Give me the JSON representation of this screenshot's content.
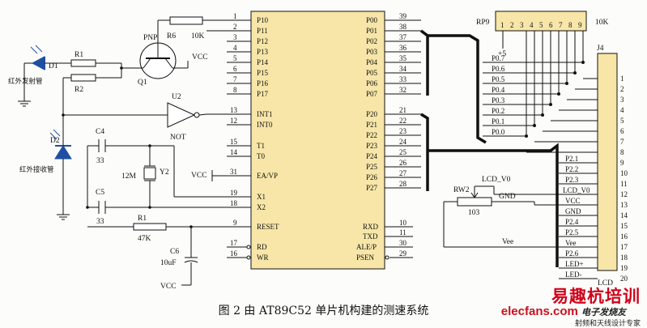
{
  "figure": {
    "caption": "图 2 由 AT89C52 单片机构建的测速系统"
  },
  "mcu": {
    "left_pins": [
      {
        "num": "1",
        "name": "P10"
      },
      {
        "num": "2",
        "name": "P11"
      },
      {
        "num": "3",
        "name": "P12"
      },
      {
        "num": "4",
        "name": "P13"
      },
      {
        "num": "5",
        "name": "P14"
      },
      {
        "num": "6",
        "name": "P15"
      },
      {
        "num": "7",
        "name": "P16"
      },
      {
        "num": "8",
        "name": "P17"
      },
      {
        "num": "13",
        "name": "INT1"
      },
      {
        "num": "12",
        "name": "INT0"
      },
      {
        "num": "15",
        "name": "T1"
      },
      {
        "num": "14",
        "name": "T0"
      },
      {
        "num": "31",
        "name": "EA/VP"
      },
      {
        "num": "19",
        "name": "X1"
      },
      {
        "num": "18",
        "name": "X2"
      },
      {
        "num": "9",
        "name": "RESET"
      },
      {
        "num": "17",
        "name": "RD"
      },
      {
        "num": "16",
        "name": "WR"
      }
    ],
    "right_pins": [
      {
        "num": "39",
        "name": "P00"
      },
      {
        "num": "38",
        "name": "P01"
      },
      {
        "num": "37",
        "name": "P02"
      },
      {
        "num": "36",
        "name": "P03"
      },
      {
        "num": "35",
        "name": "P04"
      },
      {
        "num": "34",
        "name": "P05"
      },
      {
        "num": "33",
        "name": "P06"
      },
      {
        "num": "32",
        "name": "P07"
      },
      {
        "num": "21",
        "name": "P20"
      },
      {
        "num": "22",
        "name": "P21"
      },
      {
        "num": "23",
        "name": "P22"
      },
      {
        "num": "24",
        "name": "P23"
      },
      {
        "num": "25",
        "name": "P24"
      },
      {
        "num": "26",
        "name": "P25"
      },
      {
        "num": "27",
        "name": "P26"
      },
      {
        "num": "28",
        "name": "P27"
      },
      {
        "num": "10",
        "name": "RXD"
      },
      {
        "num": "11",
        "name": "TXD"
      },
      {
        "num": "30",
        "name": "ALE/P"
      },
      {
        "num": "29",
        "name": "PSEN"
      }
    ]
  },
  "components": {
    "d1": {
      "ref": "D1",
      "desc": "红外发射管"
    },
    "d2": {
      "ref": "D2",
      "desc": "红外接收管"
    },
    "r1a": {
      "ref": "R1"
    },
    "r2": {
      "ref": "R2"
    },
    "r6": {
      "ref": "R6",
      "value": "10K"
    },
    "q1": {
      "ref": "Q1",
      "type": "PNP"
    },
    "u2": {
      "ref": "U2",
      "type": "NOT"
    },
    "c4": {
      "ref": "C4",
      "value": "33"
    },
    "c5": {
      "ref": "C5",
      "value": "33"
    },
    "y2": {
      "ref": "Y2",
      "value": "12M"
    },
    "r1b": {
      "ref": "R1",
      "value": "47K"
    },
    "c6": {
      "ref": "C6",
      "value": "10uF"
    },
    "rp9": {
      "ref": "RP9",
      "value": "10K",
      "pins": [
        "1",
        "2",
        "3",
        "4",
        "5",
        "6",
        "7",
        "8",
        "9"
      ],
      "supply": "+5"
    },
    "rw2": {
      "ref": "RW2",
      "value": "103"
    }
  },
  "supply": {
    "vcc": "VCC"
  },
  "bus_labels": [
    "P0.7",
    "P0.6",
    "P0.5",
    "P0.4",
    "P0.3",
    "P0.2",
    "P0.1",
    "P0.0"
  ],
  "lcd": {
    "ref": "J4",
    "label": "LCD",
    "pins": [
      "1",
      "2",
      "3",
      "4",
      "5",
      "6",
      "7",
      "8",
      "9",
      "10",
      "11",
      "12",
      "13",
      "14",
      "15",
      "16",
      "17",
      "18",
      "19",
      "20"
    ],
    "signals": [
      "P2.1",
      "P2.2",
      "P2.3",
      "LCD_V0",
      "VCC",
      "GND",
      "P2.4",
      "P2.5",
      "Vee",
      "P2.6",
      "LED+",
      "LED-"
    ],
    "rw_net": "LCD_V0",
    "rw_gnd": "GND",
    "rw_vee": "Vee"
  },
  "watermark": {
    "top": "易趣杭培训",
    "site": "elecfans.com",
    "site_tail": "电子发烧友",
    "bottom": "射频和天线设计专家"
  }
}
